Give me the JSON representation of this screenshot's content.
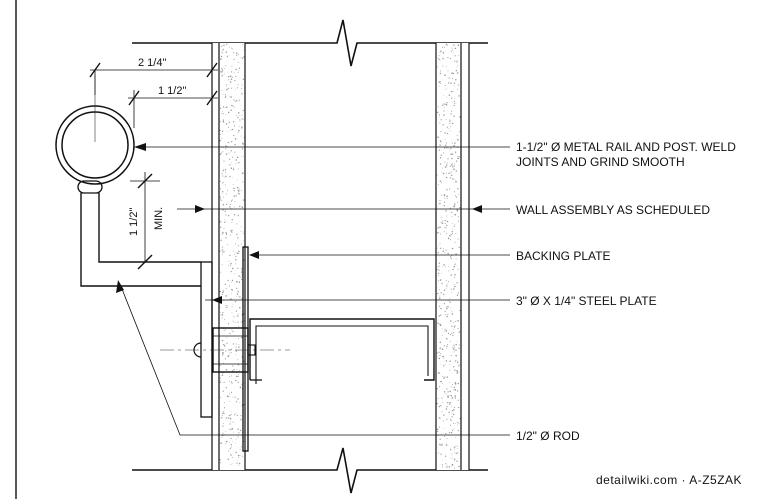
{
  "callouts": {
    "rail": [
      "1-1/2\" Ø METAL RAIL AND POST. WELD",
      "JOINTS AND GRIND SMOOTH"
    ],
    "wall": "WALL ASSEMBLY AS SCHEDULED",
    "backing": "BACKING PLATE",
    "plate": "3\" Ø X 1/4\" STEEL PLATE",
    "rod": "1/2\" Ø ROD"
  },
  "dimensions": {
    "overall": "2 1/4\"",
    "inner": "1 1/2\"",
    "clearance": "1 1/2\"",
    "clearance_note": "MIN."
  },
  "credit": "detailwiki.com · A-Z5ZAK"
}
